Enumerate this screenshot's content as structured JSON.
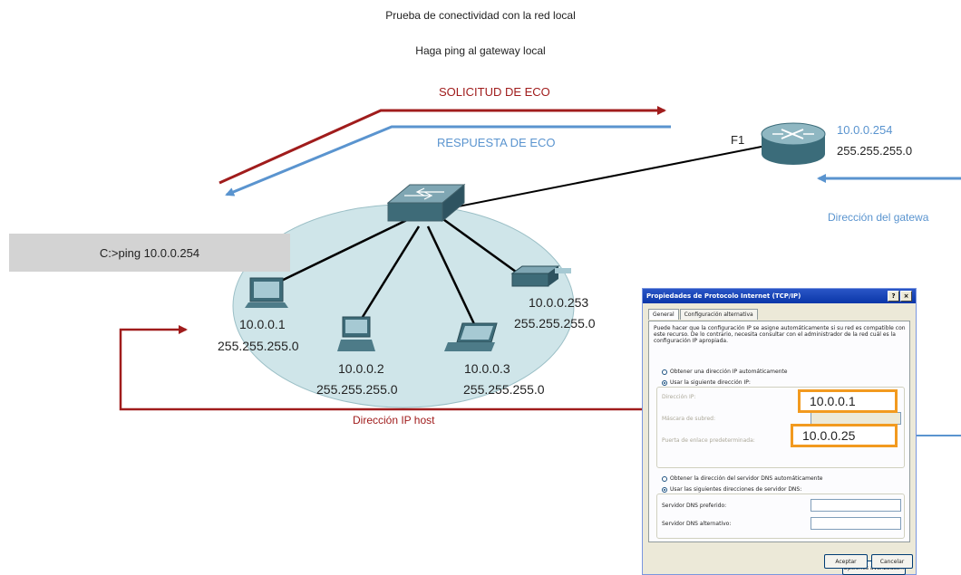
{
  "header": {
    "title": "Prueba de conectividad con la red local",
    "subtitle": "Haga ping al gateway local"
  },
  "arrows": {
    "request_label": "SOLICITUD DE ECO",
    "reply_label": "RESPUESTA DE ECO"
  },
  "router": {
    "name": "F1",
    "ip": "10.0.0.254",
    "mask": "255.255.255.0"
  },
  "gateway_caption": "Dirección del gatewa",
  "command": "C:>ping 10.0.0.254",
  "hosts": [
    {
      "ip": "10.0.0.1",
      "mask": "255.255.255.0"
    },
    {
      "ip": "10.0.0.2",
      "mask": "255.255.255.0"
    },
    {
      "ip": "10.0.0.3",
      "mask": "255.255.255.0"
    },
    {
      "ip": "10.0.0.253",
      "mask": "255.255.255.0"
    }
  ],
  "host_ip_caption": "Dirección IP host",
  "colors": {
    "red": "#a01c1c",
    "blue": "#5a94cf",
    "orange": "#f29a1f",
    "lan_fill": "#cfe5e9"
  },
  "dialog": {
    "title": "Propiedades de Protocolo Internet (TCP/IP)",
    "help_button": "?",
    "close_button": "×",
    "tabs": [
      "General",
      "Configuración alternativa"
    ],
    "description": "Puede hacer que la configuración IP se asigne automáticamente si su red es compatible con este recurso. De lo contrario, necesita consultar con el administrador de la red cuál es la configuración IP apropiada.",
    "auto_ip": "Obtener una dirección IP automáticamente",
    "manual_ip": "Usar la siguiente dirección IP:",
    "ip_label": "Dirección IP:",
    "mask_label": "Máscara de subred:",
    "gateway_label": "Puerta de enlace predeterminada:",
    "ip_value": "10.0.0.1",
    "gateway_value": "10.0.0.25",
    "auto_dns": "Obtener la dirección del servidor DNS automáticamente",
    "manual_dns": "Usar las siguientes direcciones de servidor DNS:",
    "dns_preferred": "Servidor DNS preferido:",
    "dns_alternate": "Servidor DNS alternativo:",
    "advanced_button": "Opciones avanzadas...",
    "ok_button": "Aceptar",
    "cancel_button": "Cancelar"
  }
}
